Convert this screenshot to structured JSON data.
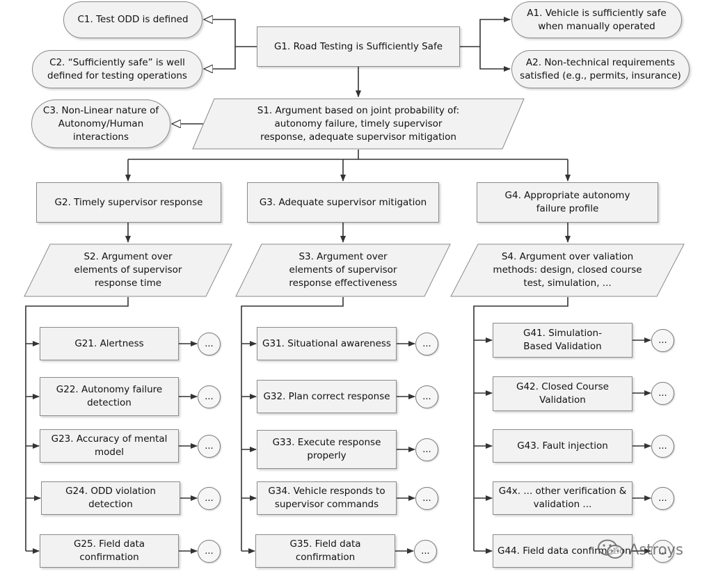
{
  "contexts": {
    "c1": "C1. Test ODD is defined",
    "c2": "C2. “Sufficiently safe” is well defined for testing operations",
    "c3": "C3. Non-Linear nature of Autonomy/Human interactions",
    "a1": "A1. Vehicle is sufficiently safe when manually operated",
    "a2": "A2. Non-technical requirements satisfied (e.g., permits, insurance)"
  },
  "goals": {
    "g1": "G1. Road Testing is Sufficiently Safe",
    "g2": "G2. Timely supervisor response",
    "g3": "G3. Adequate supervisor mitigation",
    "g4": "G4. Appropriate autonomy failure profile"
  },
  "strategies": {
    "s1": "S1. Argument based on joint probability of: autonomy failure, timely supervisor response, adequate supervisor mitigation",
    "s2": "S2. Argument over elements of supervisor response time",
    "s3": "S3. Argument over elements of supervisor response effectiveness",
    "s4": "S4. Argument over valiation methods: design, closed course test, simulation, ..."
  },
  "subgoals": {
    "g21": "G21. Alertness",
    "g22": "G22. Autonomy failure detection",
    "g23": "G23. Accuracy of mental model",
    "g24": "G24. ODD violation detection",
    "g25": "G25. Field data confirmation",
    "g31": "G31. Situational awareness",
    "g32": "G32. Plan correct response",
    "g33": "G33. Execute response properly",
    "g34": "G34. Vehicle responds to supervisor commands",
    "g35": "G35. Field data confirmation",
    "g41": "G41. Simulation-Based Validation",
    "g42": "G42. Closed Course Validation",
    "g43": "G43. Fault injection",
    "g4x": "G4x. ... other verification & validation ...",
    "g44": "G44. Field data confirmation"
  },
  "ellipsis": "...",
  "watermark": "Astroys",
  "colors": {
    "fill": "#f2f2f2",
    "border": "#8a8a8a",
    "line": "#333333"
  }
}
